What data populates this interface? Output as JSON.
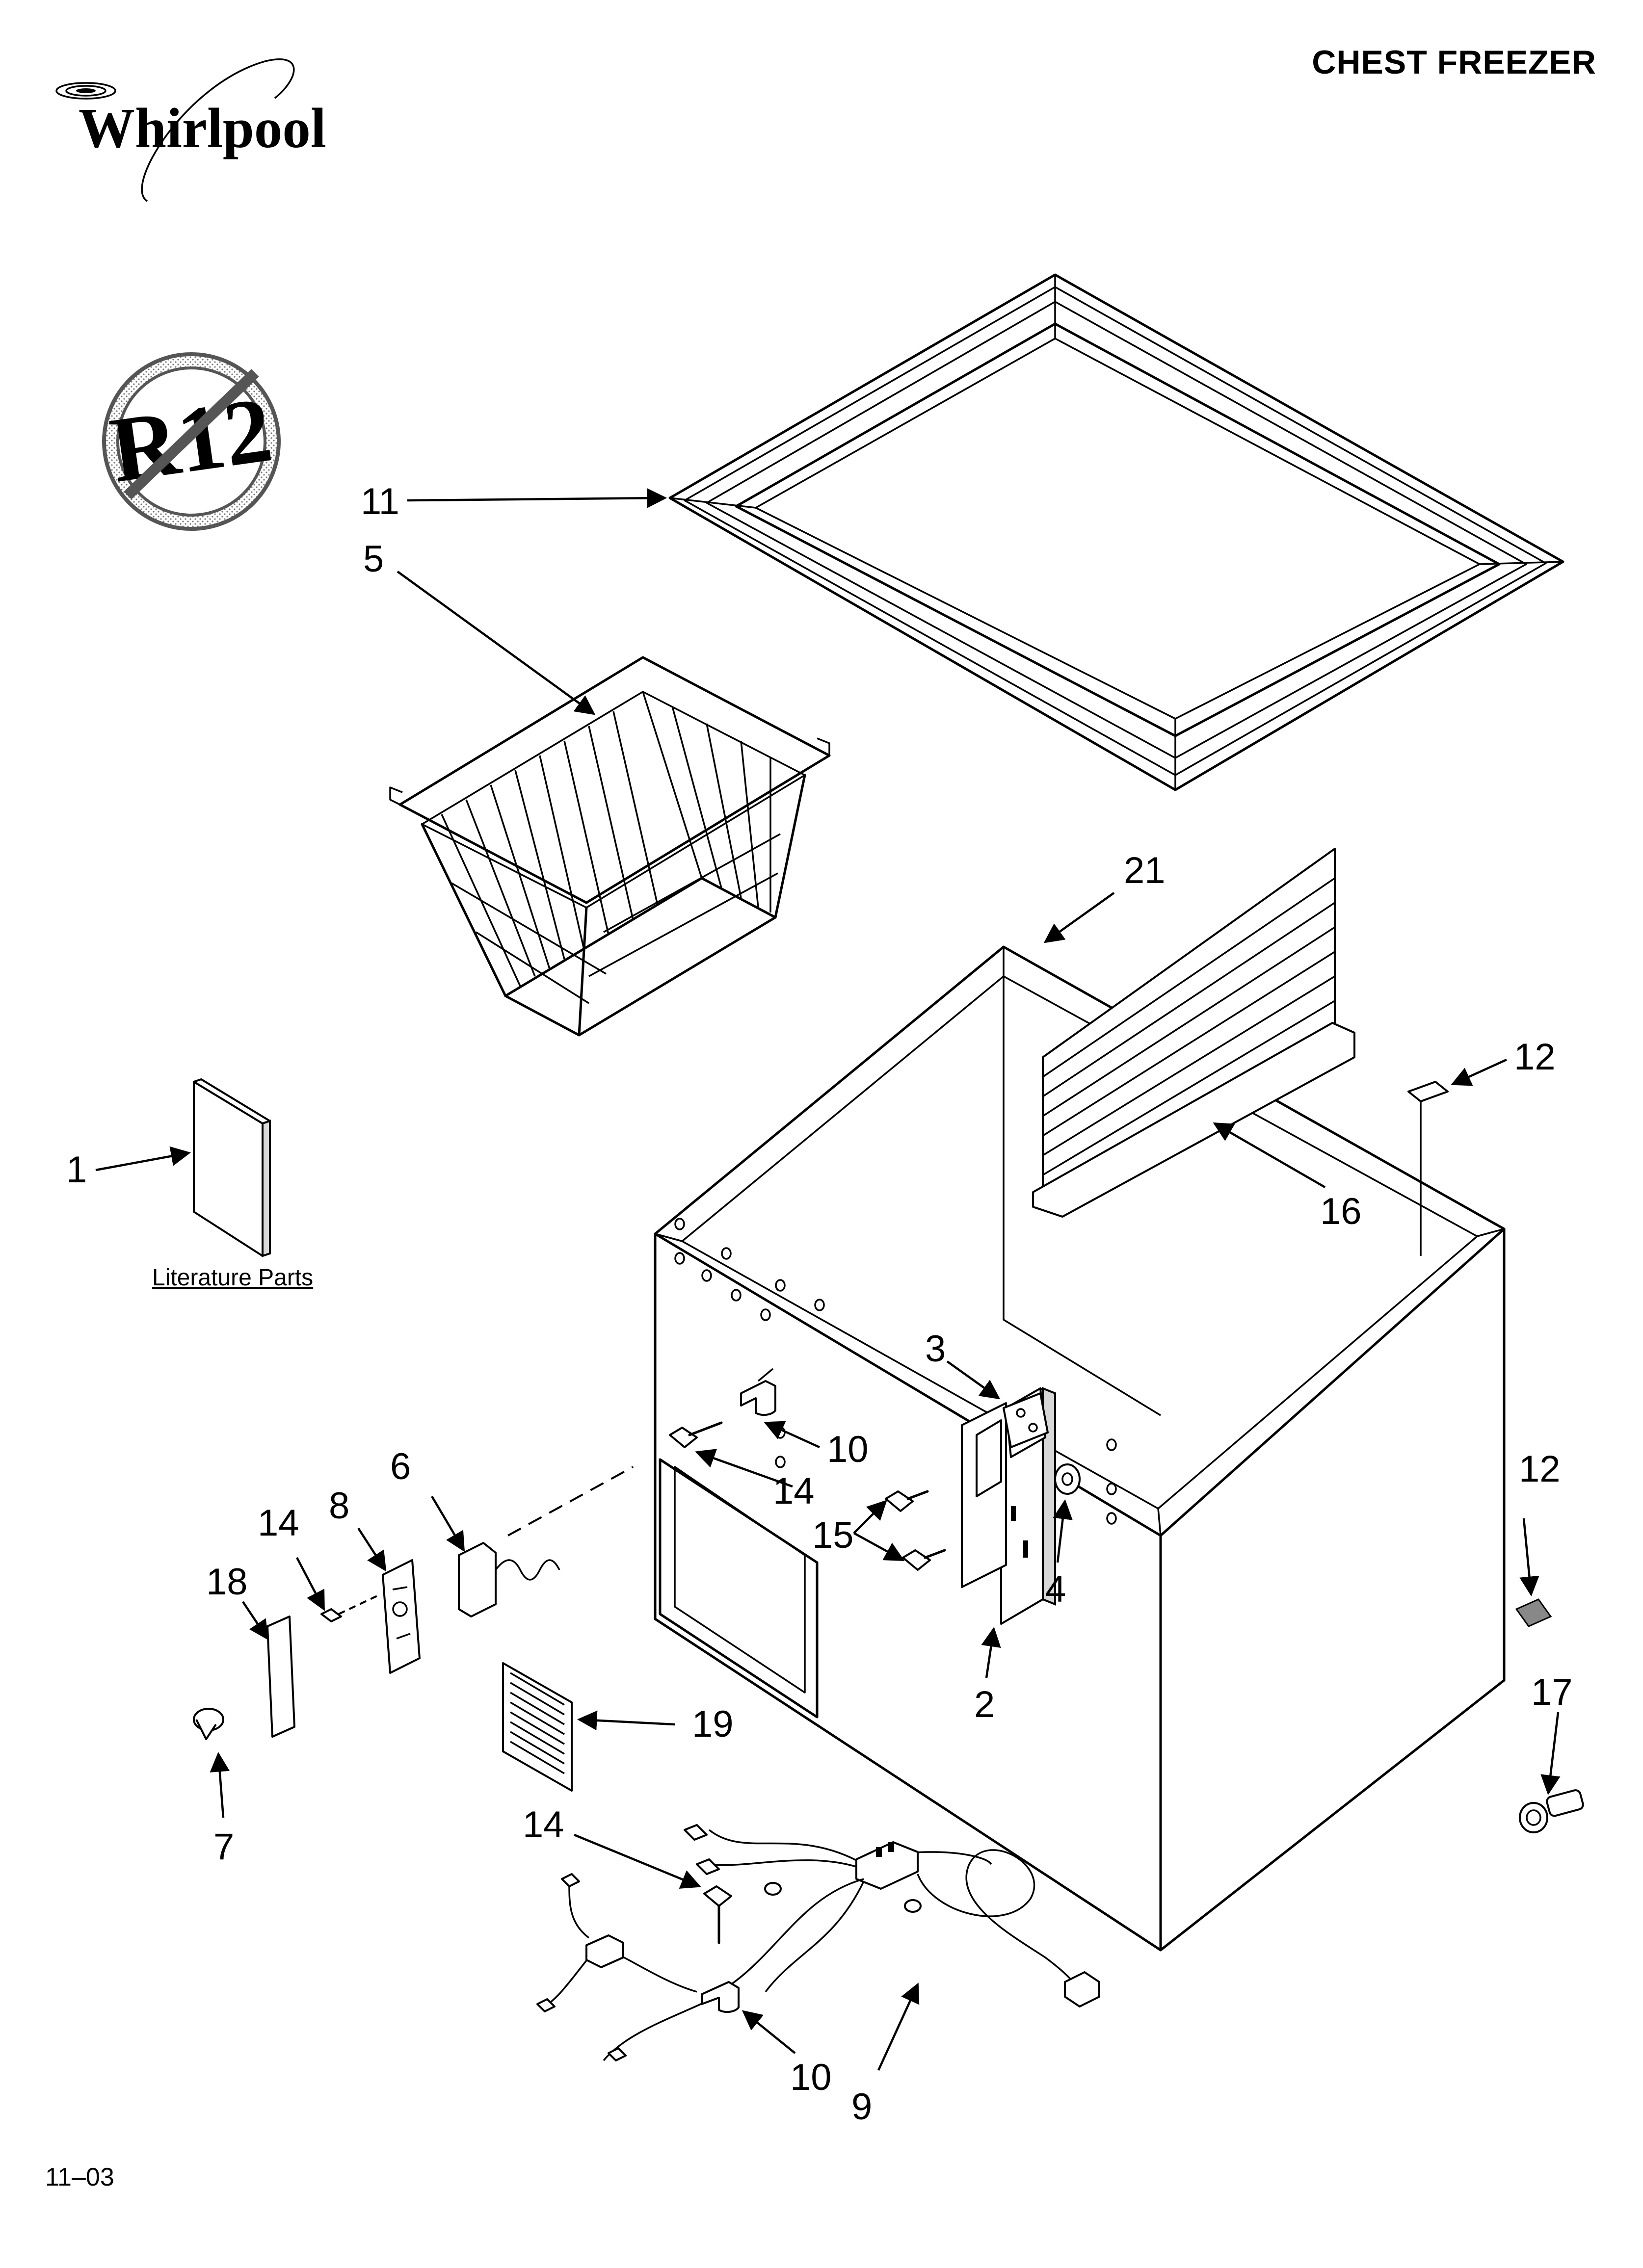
{
  "header": {
    "brand": "Whirlpool",
    "title": "CHEST FREEZER"
  },
  "badge": {
    "text": "R12"
  },
  "literature": {
    "label": "Literature Parts"
  },
  "callouts": [
    {
      "id": "c11",
      "text": "11"
    },
    {
      "id": "c5",
      "text": "5"
    },
    {
      "id": "c21",
      "text": "21"
    },
    {
      "id": "c12a",
      "text": "12"
    },
    {
      "id": "c1",
      "text": "1"
    },
    {
      "id": "c16",
      "text": "16"
    },
    {
      "id": "c3",
      "text": "3"
    },
    {
      "id": "c10a",
      "text": "10"
    },
    {
      "id": "c14a",
      "text": "14"
    },
    {
      "id": "c6",
      "text": "6"
    },
    {
      "id": "c12b",
      "text": "12"
    },
    {
      "id": "c14b",
      "text": "14"
    },
    {
      "id": "c8",
      "text": "8"
    },
    {
      "id": "c15",
      "text": "15"
    },
    {
      "id": "c4",
      "text": "4"
    },
    {
      "id": "c18",
      "text": "18"
    },
    {
      "id": "c2",
      "text": "2"
    },
    {
      "id": "c17",
      "text": "17"
    },
    {
      "id": "c19",
      "text": "19"
    },
    {
      "id": "c7",
      "text": "7"
    },
    {
      "id": "c14c",
      "text": "14"
    },
    {
      "id": "c10b",
      "text": "10"
    },
    {
      "id": "c9",
      "text": "9"
    }
  ],
  "footer": {
    "code": "11–03"
  }
}
